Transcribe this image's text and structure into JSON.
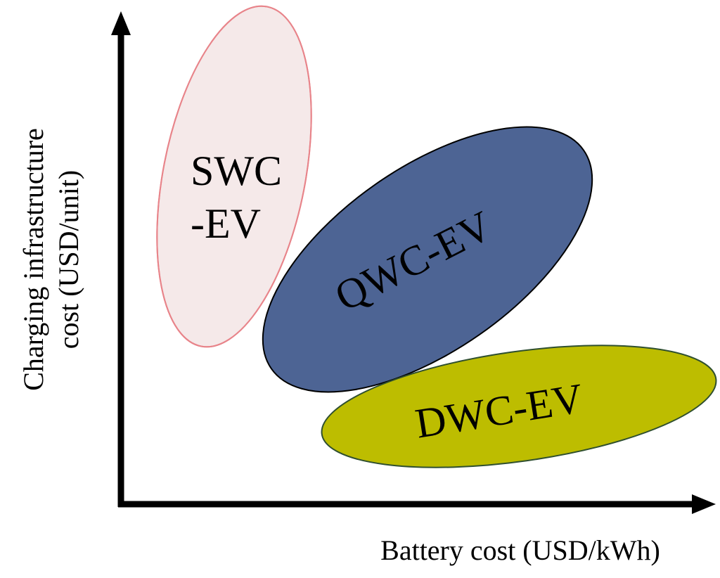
{
  "diagram": {
    "x_axis_label": "Battery cost (USD/kWh)",
    "y_axis_label_line1": "Charging infrastructure",
    "y_axis_label_line2": "cost (USD/unit)",
    "regions": {
      "swc": {
        "label_line1": "SWC",
        "label_line2": "-EV",
        "fill": "#f5e9e9",
        "stroke": "#e8848a"
      },
      "qwc": {
        "label": "QWC-EV",
        "fill": "#4d6494",
        "stroke": "#000000"
      },
      "dwc": {
        "label": "DWC-EV",
        "fill": "#bdbd00",
        "stroke": "#2f4f2f"
      }
    },
    "colors": {
      "axis": "#000000",
      "background": "#ffffff"
    }
  }
}
